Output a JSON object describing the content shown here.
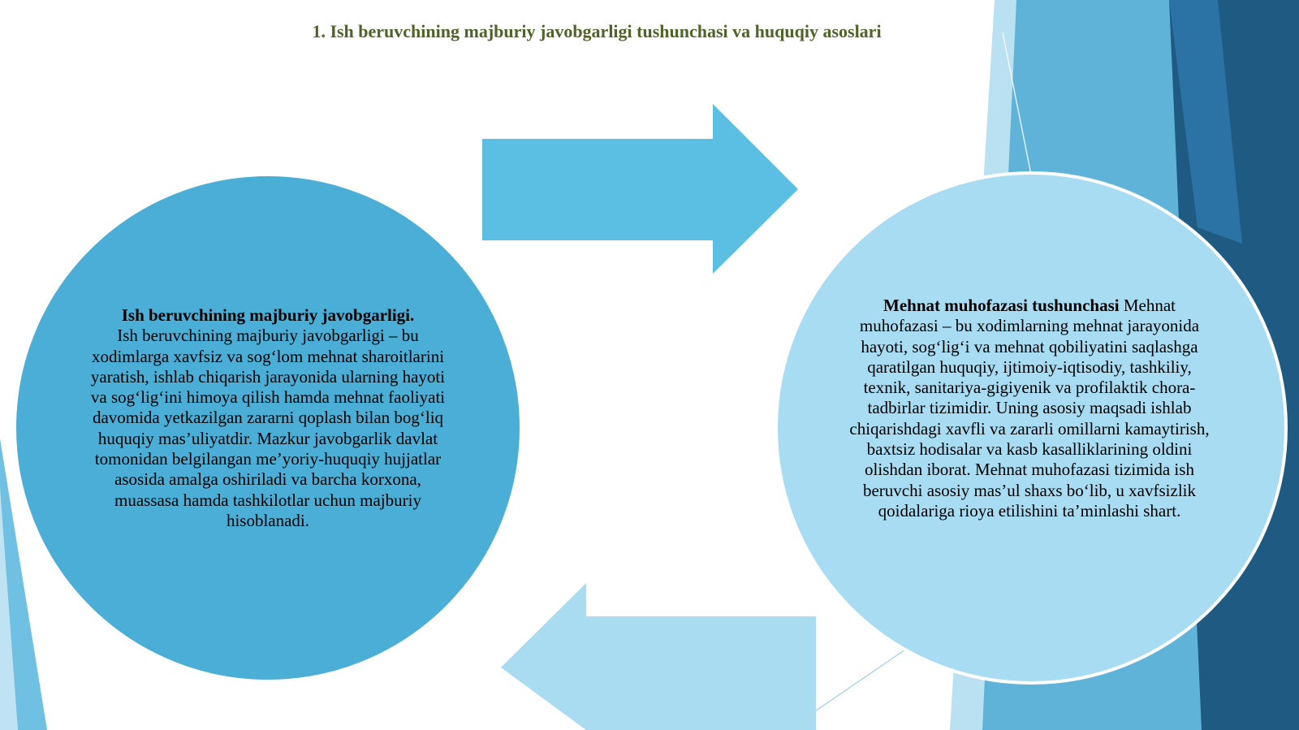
{
  "slide": {
    "title": "1. Ish beruvchining majburiy javobgarligi tushunchasi va huquqiy asoslari"
  },
  "left_circle": {
    "heading": "Ish beruvchining majburiy javobgarligi.",
    "body": "Ish beruvchining majburiy javobgarligi – bu xodimlarga xavfsiz va sog‘lom mehnat sharoitlarini yaratish, ishlab chiqarish jarayonida ularning hayoti va sog‘lig‘ini himoya qilish hamda mehnat faoliyati davomida yetkazilgan zararni qoplash bilan bog‘liq huquqiy mas’uliyatdir. Mazkur javobgarlik davlat tomonidan belgilangan me’yoriy-huquqiy hujjatlar asosida amalga oshiriladi va barcha korxona, muassasa hamda tashkilotlar uchun majburiy hisoblanadi."
  },
  "right_circle": {
    "heading": "Mehnat muhofazasi tushunchasi",
    "body": "Mehnat muhofazasi – bu xodimlarning mehnat jarayonida hayoti, sog‘lig‘i va mehnat qobiliyatini saqlashga qaratilgan huquqiy, ijtimoiy-iqtisodiy, tashkiliy, texnik, sanitariya-gigiyenik va profilaktik chora-tadbirlar tizimidir. Uning asosiy maqsadi ishlab chiqarishdagi xavfli va zararli omillarni kamaytirish, baxtsiz hodisalar va kasb kasalliklarining oldini olishdan iborat. Mehnat muhofazasi tizimida ish beruvchi asosiy mas’ul shaxs bo‘lib, u xavfsizlik qoidalariga rioya etilishini ta’minlashi shart."
  },
  "colors": {
    "title": "#4f6228",
    "left_circle": "#4aaed6",
    "right_circle": "#a8dcf2",
    "arrow_right": "#5bbfe3",
    "arrow_left": "#a9dbf1",
    "accent_dark": "#1e5a82"
  }
}
